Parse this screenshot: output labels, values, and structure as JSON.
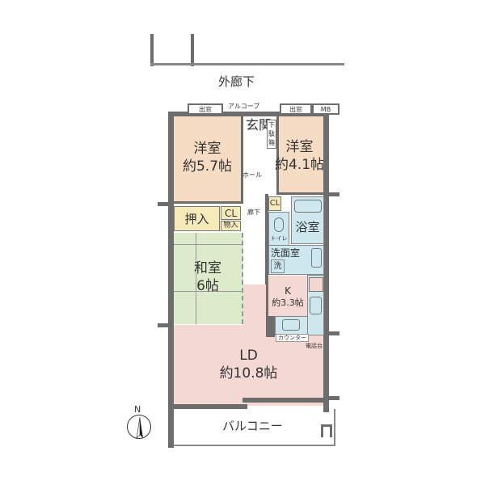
{
  "corridor": "外廊下",
  "balcony": "バルコニー",
  "compass": "N",
  "windows": [
    "出窓",
    "出窓"
  ],
  "alcove": "アルコーブ",
  "mb": "MB",
  "entrance": "玄関",
  "shoe_box": "下駄箱",
  "hall": "ホール",
  "hallway": "廊下",
  "rooms": {
    "western1": {
      "name": "洋室",
      "size": "約5.7帖"
    },
    "western2": {
      "name": "洋室",
      "size": "約4.1帖"
    },
    "closet_oshiire": "押入",
    "cl1": "CL",
    "storage": "物入",
    "cl2": "CL",
    "japanese": {
      "name": "和室",
      "size": "6帖"
    },
    "toilet": "トイレ",
    "bath": "浴室",
    "washroom": "洗面室",
    "washer": "洗",
    "kitchen": {
      "name": "K",
      "size": "約3.3帖"
    },
    "counter": "カウンター",
    "phone_stand": "電話台",
    "ld": {
      "name": "LD",
      "size": "約10.8帖"
    }
  },
  "colors": {
    "western": "#f6dcc2",
    "japanese": "#dcebca",
    "wet": "#cde8ef",
    "ld": "#f4d8d3",
    "storage": "#f5eab9",
    "wall": "#6d6d6d"
  }
}
